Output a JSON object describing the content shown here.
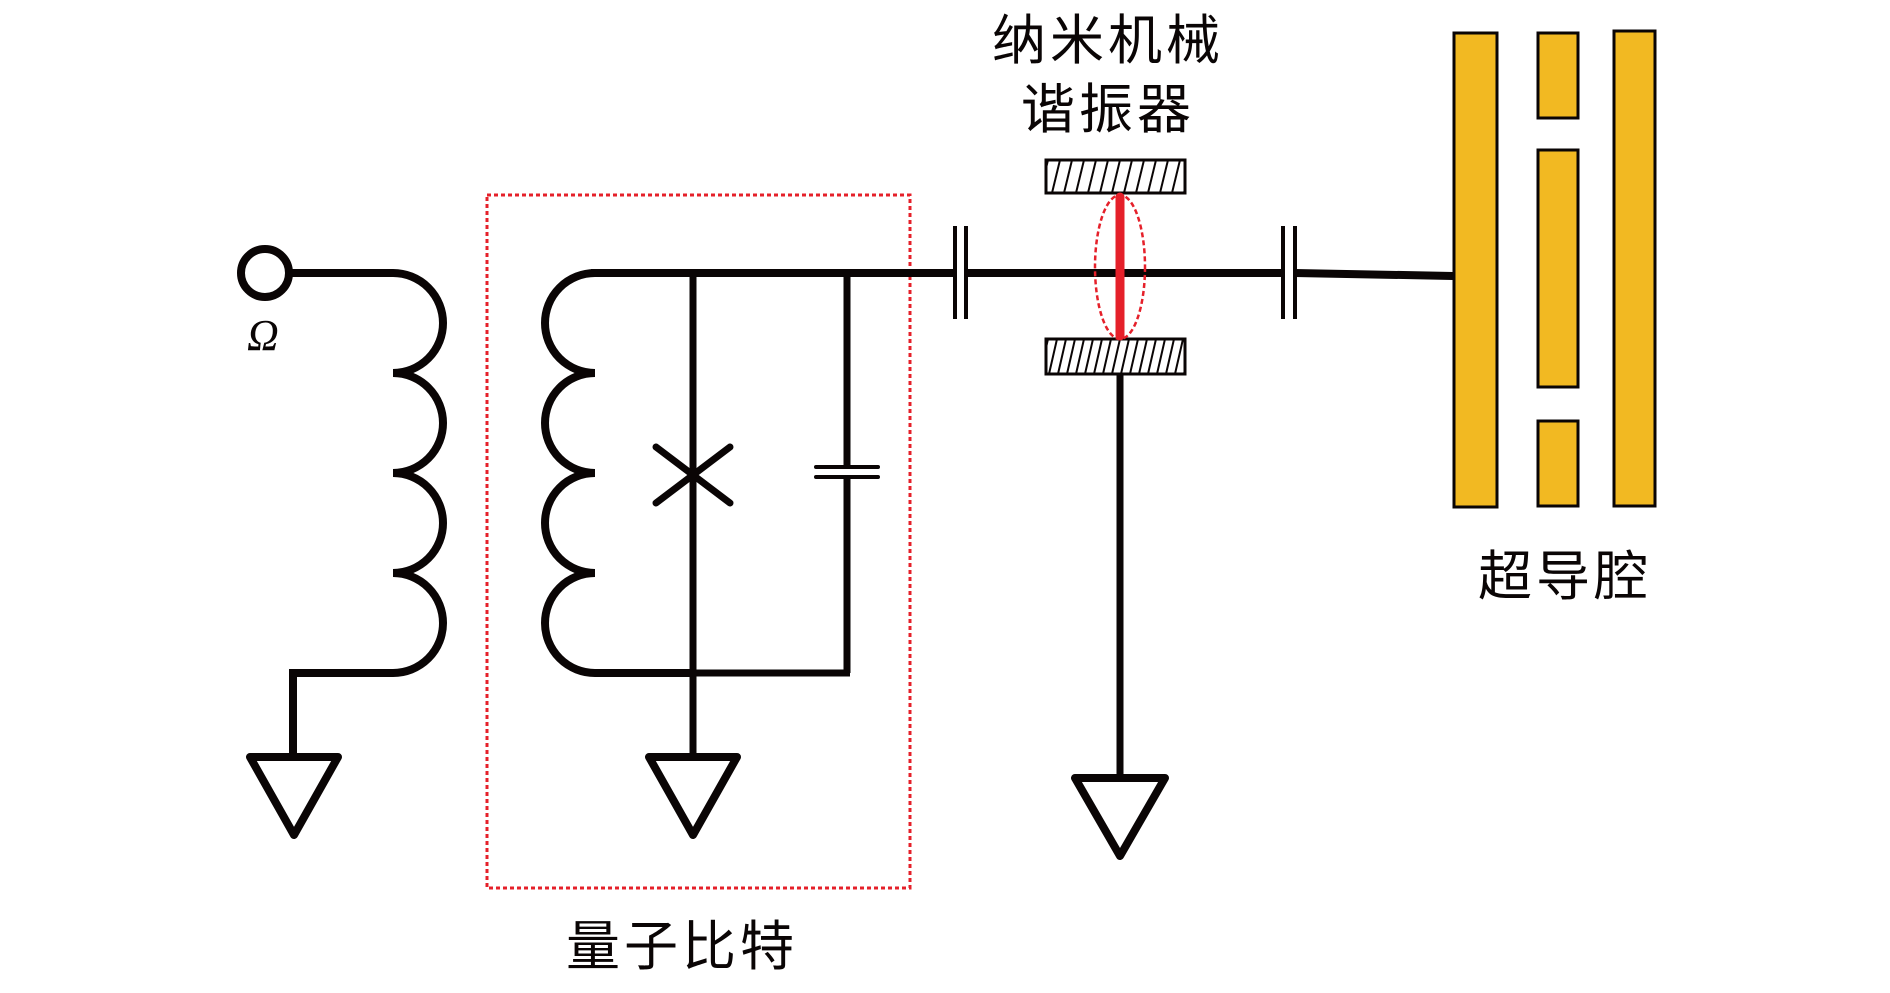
{
  "figure": {
    "type": "circuit-schematic",
    "labels": {
      "source_symbol": "Ω",
      "resonator_line1": "纳米机械",
      "resonator_line2": "谐振器",
      "cavity": "超导腔",
      "qubit": "量子比特"
    },
    "components": [
      {
        "id": "drive-port",
        "kind": "terminal",
        "label": "Ω"
      },
      {
        "id": "drive-inductor",
        "kind": "inductor",
        "turns": 4
      },
      {
        "id": "qubit-inductor",
        "kind": "inductor",
        "turns": 4
      },
      {
        "id": "josephson-junction",
        "kind": "josephson-junction"
      },
      {
        "id": "shunt-capacitor",
        "kind": "capacitor"
      },
      {
        "id": "coupling-capacitor-1",
        "kind": "capacitor"
      },
      {
        "id": "nanomechanical-resonator",
        "kind": "nanomechanical-resonator"
      },
      {
        "id": "coupling-capacitor-2",
        "kind": "capacitor"
      },
      {
        "id": "superconducting-cavity",
        "kind": "coplanar-cavity",
        "segments": 5
      },
      {
        "id": "ground-1",
        "kind": "ground"
      },
      {
        "id": "ground-2",
        "kind": "ground"
      },
      {
        "id": "ground-3",
        "kind": "ground"
      }
    ],
    "colors": {
      "wire": "#0a0505",
      "qubit_box": "#e5202a",
      "resonator_beam": "#e5202a",
      "cavity_fill": "#f2b922"
    }
  }
}
